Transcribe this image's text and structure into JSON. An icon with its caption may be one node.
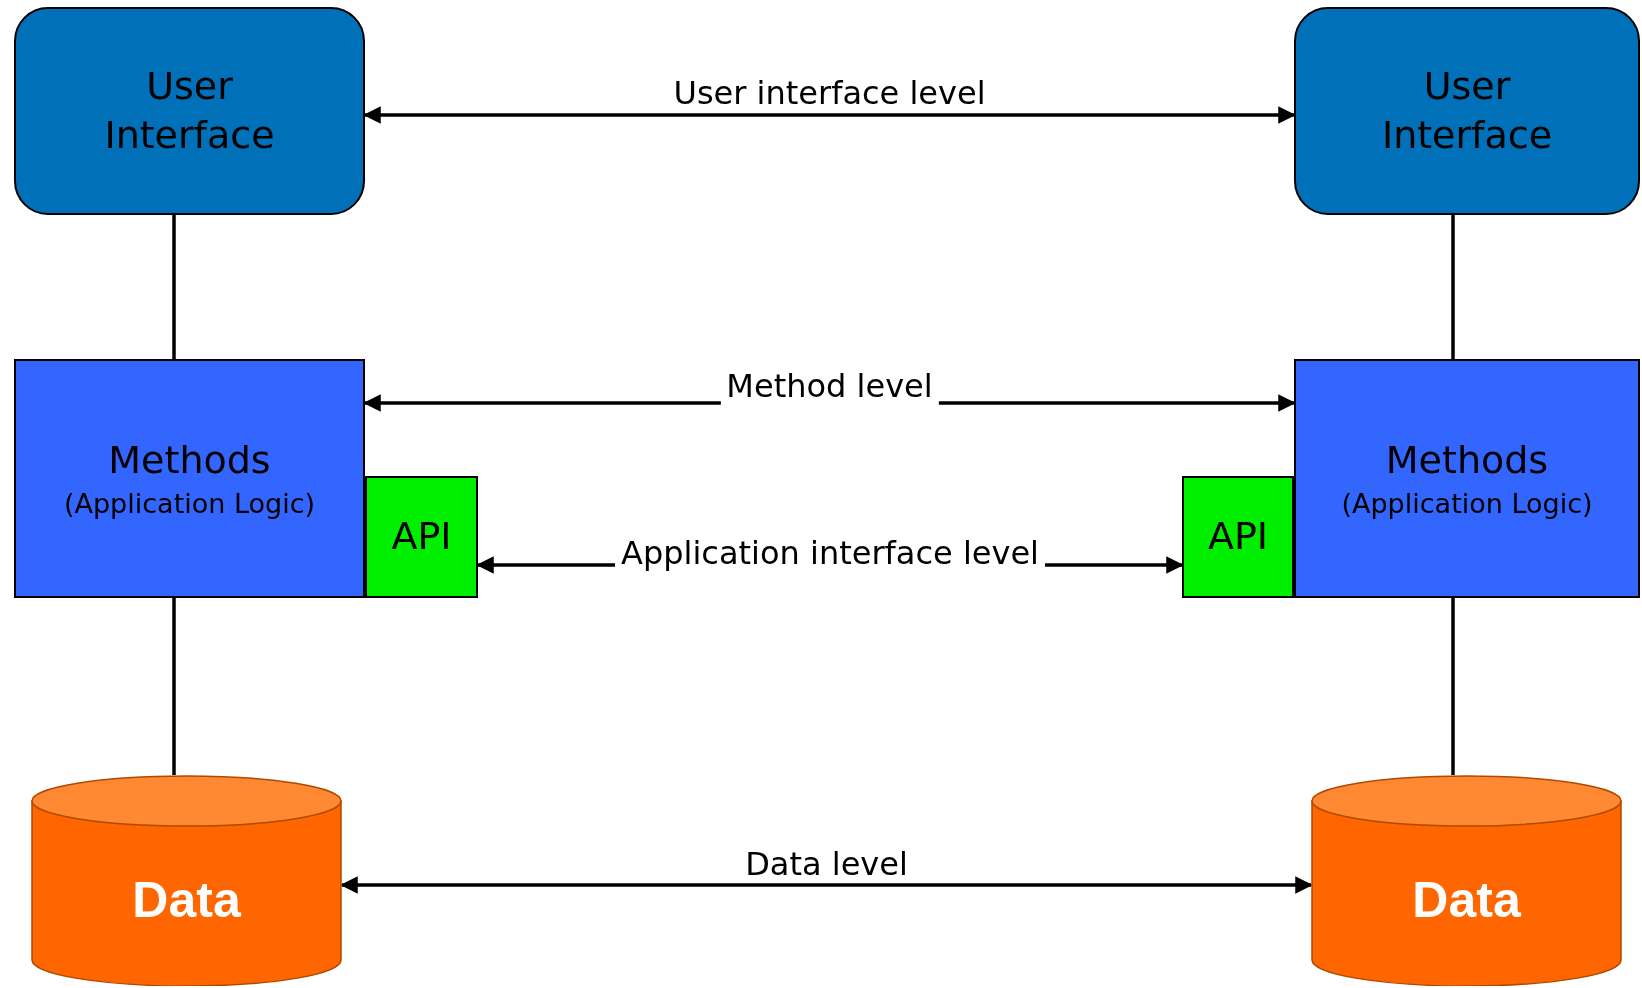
{
  "diagram": {
    "nodes": [
      {
        "text": [
          "User Interface"
        ]
      },
      {
        "text": [
          "User Interface"
        ]
      },
      {
        "text": [
          "Methods",
          "(Application Logic)"
        ]
      },
      {
        "text": [
          "API"
        ]
      },
      {
        "text": [
          "API"
        ]
      },
      {
        "text": [
          "Methods",
          "(Application Logic)"
        ]
      },
      {
        "text": [
          "Data"
        ]
      },
      {
        "text": [
          "Data"
        ]
      }
    ],
    "edges": [
      {
        "from": 0,
        "to": 1,
        "arrow": "both",
        "label": "User interface level"
      },
      {
        "from": 2,
        "to": 5,
        "arrow": "both",
        "label": "Method level"
      },
      {
        "from": 3,
        "to": 4,
        "arrow": "both",
        "label": "Application interface level"
      },
      {
        "from": 6,
        "to": 7,
        "arrow": "both",
        "label": "Data level"
      },
      {
        "from": 0,
        "to": 2,
        "arrow": "none"
      },
      {
        "from": 1,
        "to": 5,
        "arrow": "none"
      },
      {
        "from": 2,
        "to": 6,
        "arrow": "none"
      },
      {
        "from": 5,
        "to": 7,
        "arrow": "none"
      }
    ]
  }
}
